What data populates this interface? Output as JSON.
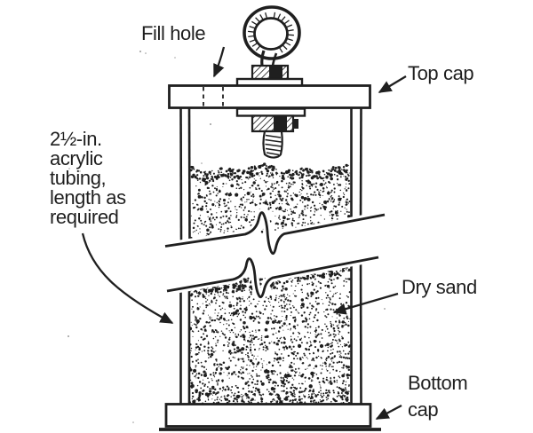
{
  "colors": {
    "ink": "#1f1f1f",
    "paper": "#ffffff"
  },
  "labels": {
    "fill_hole": "Fill hole",
    "top_cap": "Top cap",
    "tubing": "2½-in.\nacrylic\ntubing,\nlength as\nrequired",
    "dry_sand": "Dry sand",
    "bottom_cap": "Bottom\ncap"
  }
}
